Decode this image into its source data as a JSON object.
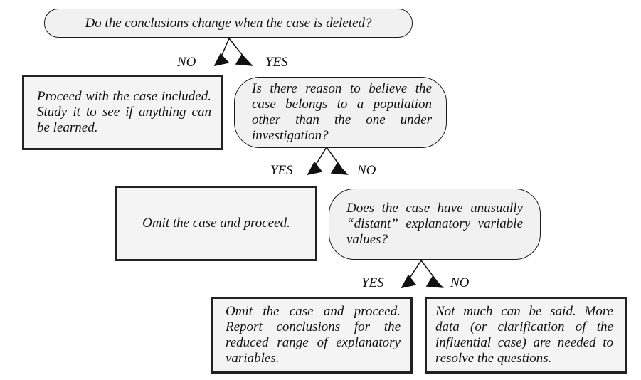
{
  "q1": {
    "text": "Do the conclusions change when the case is deleted?"
  },
  "a1": {
    "text": "Proceed with the case included. Study it to see if anything can be learned."
  },
  "q2": {
    "text": "Is there reason to believe the case belongs to a population other than the one under investigation?"
  },
  "a2": {
    "text": "Omit the case and proceed."
  },
  "q3": {
    "text": "Does the case have unusually “distant” explanatory variable values?"
  },
  "a3": {
    "text": "Omit the case and proceed. Report conclusions for the reduced range of explanatory variables."
  },
  "a4": {
    "text": "Not much can be said. More data (or clarification of the influential case) are needed to resolve the questions."
  },
  "labels": {
    "q1_no": "NO",
    "q1_yes": "YES",
    "q2_yes": "YES",
    "q2_no": "NO",
    "q3_yes": "YES",
    "q3_no": "NO"
  },
  "colors": {
    "box_fill": "#f1f1f1",
    "stroke": "#1a1a1a"
  }
}
